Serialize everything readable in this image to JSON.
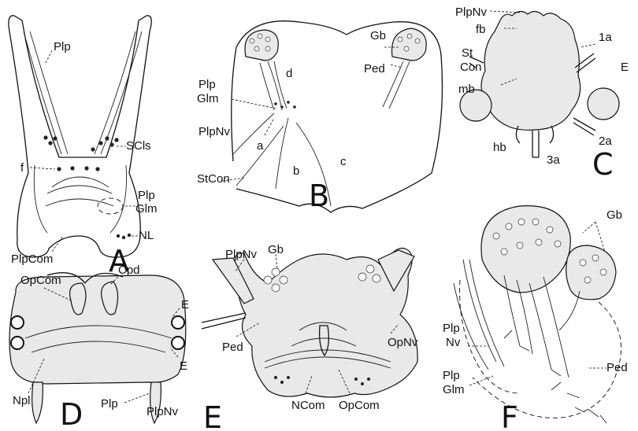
{
  "panels": {
    "A": {
      "letter": "A",
      "labels": {
        "plp": "Plp",
        "scls": "SCls",
        "f": "f",
        "plp_glm_1": "Plp",
        "plp_glm_2": "Glm",
        "nl": "NL",
        "plpcom": "PlpCom"
      }
    },
    "B": {
      "letter": "B",
      "labels": {
        "plp_glm_1": "Plp",
        "plp_glm_2": "Glm",
        "d": "d",
        "plpnv": "PlpNv",
        "a": "a",
        "b": "b",
        "c": "c",
        "stcon": "StCon",
        "gb": "Gb",
        "ped": "Ped"
      }
    },
    "C": {
      "letter": "C",
      "labels": {
        "plpnv": "PlpNv",
        "fb": "fb",
        "st": "St",
        "con": "Con",
        "one_a": "1a",
        "e": "E",
        "mb": "mb",
        "two_a": "2a",
        "hb": "hb",
        "three_a": "3a"
      }
    },
    "D": {
      "letter": "D",
      "labels": {
        "opcom": "OpCom",
        "cpd": "Cpd",
        "e_upper": "E",
        "e_lower": "E",
        "npl": "Npl",
        "plp": "Plp",
        "plpnv": "PlpNv"
      }
    },
    "E": {
      "letter": "E",
      "labels": {
        "plpnv": "PlpNv",
        "gb": "Gb",
        "ped": "Ped",
        "opnv": "OpNv",
        "ncom": "NCom",
        "opcom": "OpCom"
      }
    },
    "F": {
      "letter": "F",
      "labels": {
        "gb": "Gb",
        "plp_nv_1": "Plp",
        "plp_nv_2": "Nv",
        "plp_glm_1": "Plp",
        "plp_glm_2": "Glm",
        "ped": "Ped"
      }
    }
  }
}
